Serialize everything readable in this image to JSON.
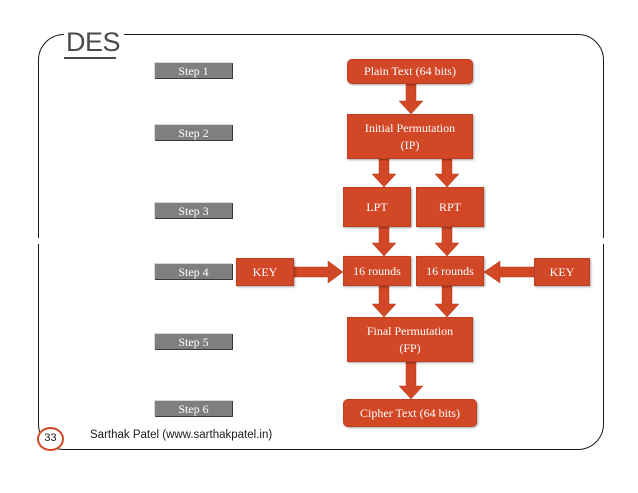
{
  "slide": {
    "title": "DES",
    "page_number": "33",
    "author": "Sarthak Patel (www.sarthakpatel.in)"
  },
  "steps": [
    "Step 1",
    "Step 2",
    "Step 3",
    "Step 4",
    "Step 5",
    "Step 6"
  ],
  "boxes": {
    "plaintext": "Plain Text (64 bits)",
    "ip_line1": "Initial Permutation",
    "ip_line2": "(IP)",
    "lpt": "LPT",
    "rpt": "RPT",
    "key_left": "KEY",
    "rounds_left": "16 rounds",
    "rounds_right": "16 rounds",
    "key_right": "KEY",
    "fp_line1": "Final Permutation",
    "fp_line2": "(FP)",
    "ciphertext": "Cipher Text (64 bits)"
  },
  "colors": {
    "box": "#d24726",
    "step": "#7f7f7f",
    "arrow": "#d24726"
  }
}
